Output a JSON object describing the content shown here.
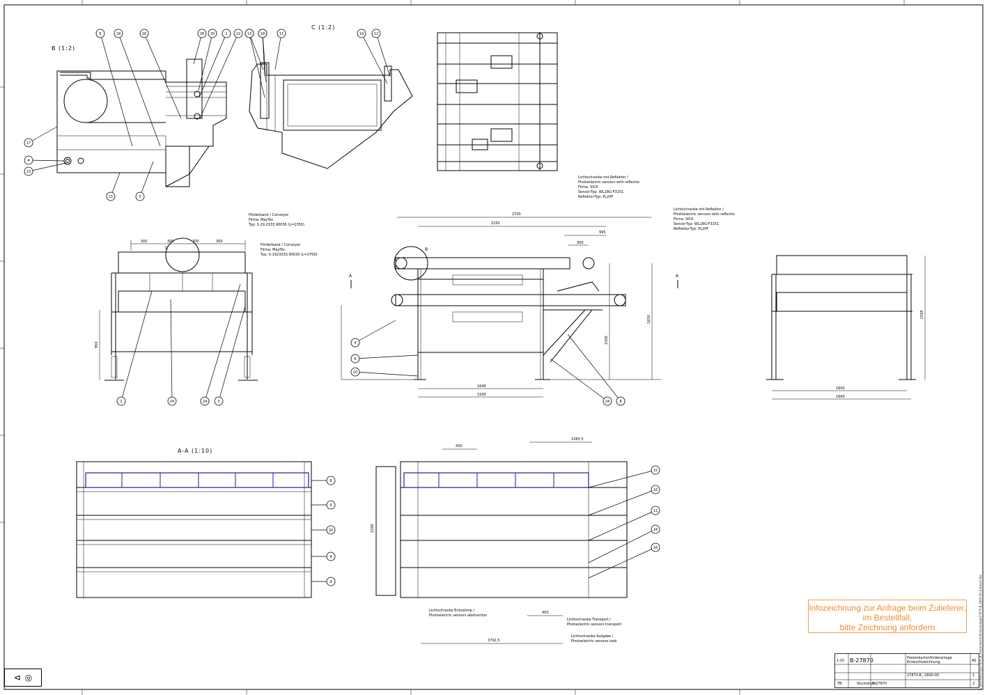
{
  "views": {
    "detail_b": "B (1:2)",
    "detail_c": "C (1:2)",
    "section_aa": "A-A (1:10)",
    "section_marker": "A"
  },
  "notes": {
    "conveyor_left": [
      "Förderband / Conveyor",
      "Firma: MayTec",
      "Typ: S-19.2333.90030 (L=2350)"
    ],
    "conveyor_right": [
      "Förderband / Conveyor",
      "Firma: MayTec",
      "Typ: S-1923333.90030 (L=2700)"
    ],
    "sensor_top": [
      "Lichtschranke mit Reflektor /",
      "Photoelectric sensors with reflector",
      "Firma: SICK",
      "Sensor-Typ: WL18G-F3151",
      "Reflektor-Typ: PL20F"
    ],
    "sensor_right": [
      "Lichtschranke mit Reflektor /",
      "Photoelectric sensors with reflector",
      "Firma: SICK",
      "Sensor-Typ: WL18G-F3151",
      "Reflektor-Typ: PL20F"
    ],
    "sensor_bottom_1": [
      "Lichtschranke Entnahme /",
      "Photoelectric sensors abstraction"
    ],
    "sensor_bottom_2": [
      "Lichtschranke Transport /",
      "Photoelectric sensors transport"
    ],
    "sensor_bottom_3": [
      "Lichtschranke Aufgabe /",
      "Photoelectric sensors task"
    ]
  },
  "dimensions": {
    "top_overall": "2700",
    "top_inner": "2250",
    "top_right_a": "995",
    "top_right_b": "300",
    "left_width_1": "300",
    "left_width_2": "300",
    "left_width_3": "300",
    "left_width_4": "300",
    "left_height": "950",
    "front_height_1": "1500",
    "front_height_2": "1650",
    "front_width_1": "1640",
    "front_width_2": "1500",
    "right_width_1": "1600",
    "right_width_2": "1660",
    "right_height": "1505",
    "section_width_1": "430",
    "section_width_2": "2383,5",
    "section_width_3": "450",
    "section_width_4": "3792,5",
    "section_height": "1500"
  },
  "balloons": {
    "detail_b": [
      "6",
      "24",
      "16",
      "26",
      "20",
      "1",
      "22",
      "15",
      "17",
      "4",
      "23",
      "15",
      "3",
      "24"
    ],
    "detail_c": [
      "11",
      "18",
      "13",
      "19",
      "12"
    ],
    "left_view": [
      "2",
      "24",
      "24",
      "3"
    ],
    "front_view": [
      "4",
      "6",
      "10",
      "24",
      "8"
    ],
    "section_left": [
      "8",
      "9",
      "20",
      "9",
      "9"
    ],
    "section_right": [
      "15",
      "16",
      "11",
      "16",
      "16"
    ]
  },
  "info_box": {
    "line1": "Infozeichnung zur Anfrage beim Zulieferer,",
    "line2": "im Bestellfall,",
    "line3": "bitte Zeichnung anfordern",
    "color": "#f08a2c"
  },
  "title_block": {
    "drawing_no": "B-27870",
    "title_de": "Postenkartonförderanlage",
    "title_en": "Entwurfszeichnung",
    "part_no": "27870-B_-2800-00",
    "format": "A0",
    "scale": "1:10",
    "sheet": "1",
    "sheet_total": "2",
    "material": "Stockdruck",
    "drawn_by": "TB",
    "ref_no": "B-27870"
  },
  "path_text": "L:\\Bearbeitung\\27870_B_Postenkartonförderanlage\\27870-B_2800-00_Entwurf.idw"
}
